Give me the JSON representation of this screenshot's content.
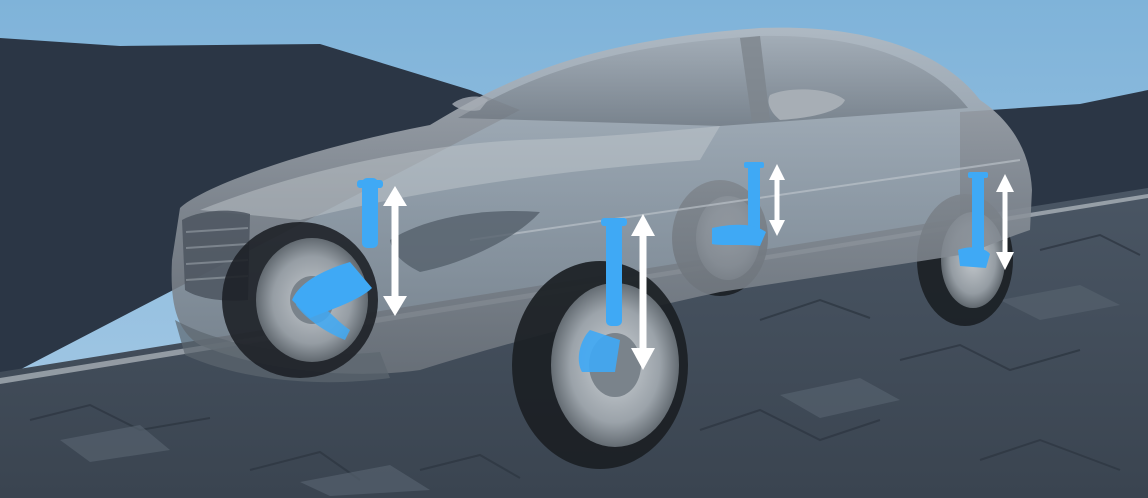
{
  "scene": {
    "subject": "sedan",
    "background": "mountain-horizon",
    "ground": "cracked-asphalt-road",
    "highlight_color": "#3fa9f5",
    "body_color": "#8f969e",
    "arrow_color": "#ffffff",
    "wheels": [
      {
        "id": "front-left",
        "arrow": "bidirectional-vertical"
      },
      {
        "id": "front-right",
        "arrow": "bidirectional-vertical"
      },
      {
        "id": "rear-left",
        "arrow": "bidirectional-vertical"
      },
      {
        "id": "rear-right",
        "arrow": "bidirectional-vertical"
      }
    ]
  }
}
